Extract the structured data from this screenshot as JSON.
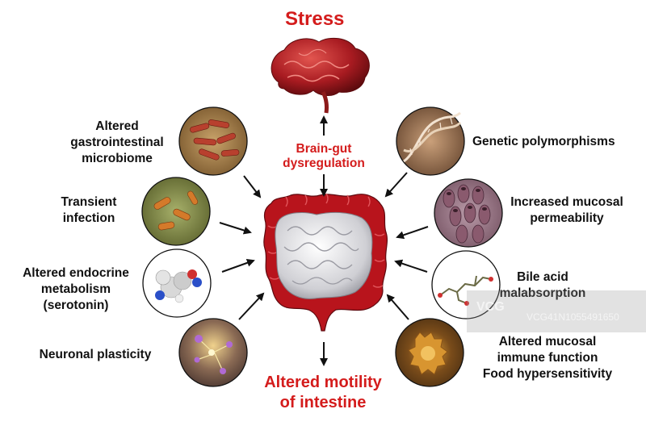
{
  "title": "Stress",
  "center_label": [
    "Brain-gut",
    "dysregulation"
  ],
  "bottom_label": [
    "Altered motility",
    "of intestine"
  ],
  "left_factors": [
    [
      "Altered",
      "gastrointestinal",
      "microbiome"
    ],
    [
      "Transient",
      "infection"
    ],
    [
      "Altered endocrine",
      "metabolism",
      "(serotonin)"
    ],
    [
      "Neuronal plasticity"
    ]
  ],
  "right_factors": [
    [
      "Genetic polymorphisms"
    ],
    [
      "Increased mucosal",
      "permeability"
    ],
    [
      "Bile acid",
      "malabsorption"
    ],
    [
      "Altered mucosal",
      "immune function",
      "Food hypersensitivity"
    ]
  ],
  "watermark": {
    "logo": "VCG",
    "text": "VCG41N1055491650"
  },
  "colors": {
    "accent": "#d41c1c",
    "text": "#111111",
    "intestine": "#b8141c",
    "small_intestine": "#d8d8dc"
  },
  "icons": [
    "brain-icon",
    "bacteria-icon",
    "dna-icon",
    "virus-icon",
    "villi-icon",
    "molecule-icon",
    "neuron-icon",
    "immune-cell-icon",
    "intestine-icon"
  ]
}
